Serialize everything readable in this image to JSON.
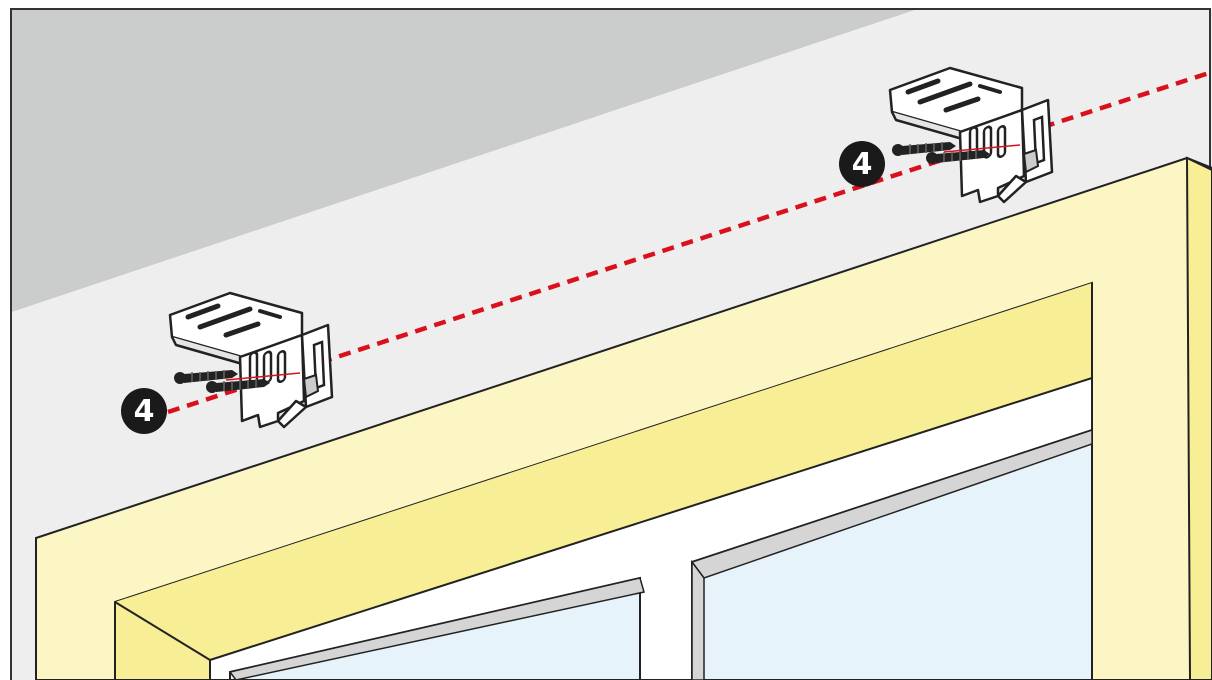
{
  "figure": {
    "kind": "installation-step-illustration",
    "steps": [
      {
        "id": "bracket-left",
        "number": "4"
      },
      {
        "id": "bracket-right",
        "number": "4"
      }
    ],
    "colors": {
      "ceiling": "#cbcccc",
      "wall": "#eeeeee",
      "frame": "#fbf6c4",
      "frame_shadow": "#f7ee95",
      "window_sill": "#ffffff",
      "glass": "#e6f3fa",
      "glass_edge": "#d5d5d5",
      "guide_line": "#d9111c",
      "outline": "#222222",
      "bracket_fill": "#ffffff",
      "step_badge": "#1a1a1a"
    },
    "icons": [
      "mounting-bracket",
      "screw",
      "dashed-guide-line"
    ]
  }
}
